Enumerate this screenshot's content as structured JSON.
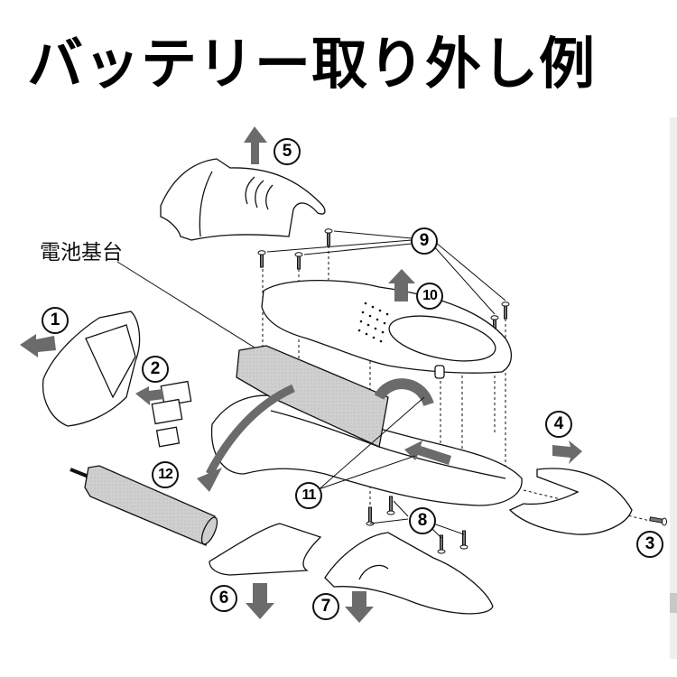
{
  "title": "バッテリー取り外し例",
  "diagram": {
    "part_label": "電池基台",
    "steps": [
      {
        "number": "①",
        "text": "1",
        "direction": "left"
      },
      {
        "number": "②",
        "text": "2",
        "direction": "left"
      },
      {
        "number": "③",
        "text": "3",
        "direction": "none"
      },
      {
        "number": "④",
        "text": "4",
        "direction": "right"
      },
      {
        "number": "⑤",
        "text": "5",
        "direction": "up"
      },
      {
        "number": "⑥",
        "text": "6",
        "direction": "down"
      },
      {
        "number": "⑦",
        "text": "7",
        "direction": "down"
      },
      {
        "number": "⑧",
        "text": "8",
        "direction": "none"
      },
      {
        "number": "⑨",
        "text": "9",
        "direction": "none"
      },
      {
        "number": "⑩",
        "text": "10",
        "direction": "up"
      },
      {
        "number": "⑪",
        "text": "11",
        "direction": "none"
      },
      {
        "number": "⑫",
        "text": "12",
        "direction": "down-left"
      }
    ],
    "colors": {
      "arrow": "#6b6b6b",
      "line": "#111111",
      "battery_fill": "#c9c9c9",
      "background": "#ffffff"
    }
  }
}
